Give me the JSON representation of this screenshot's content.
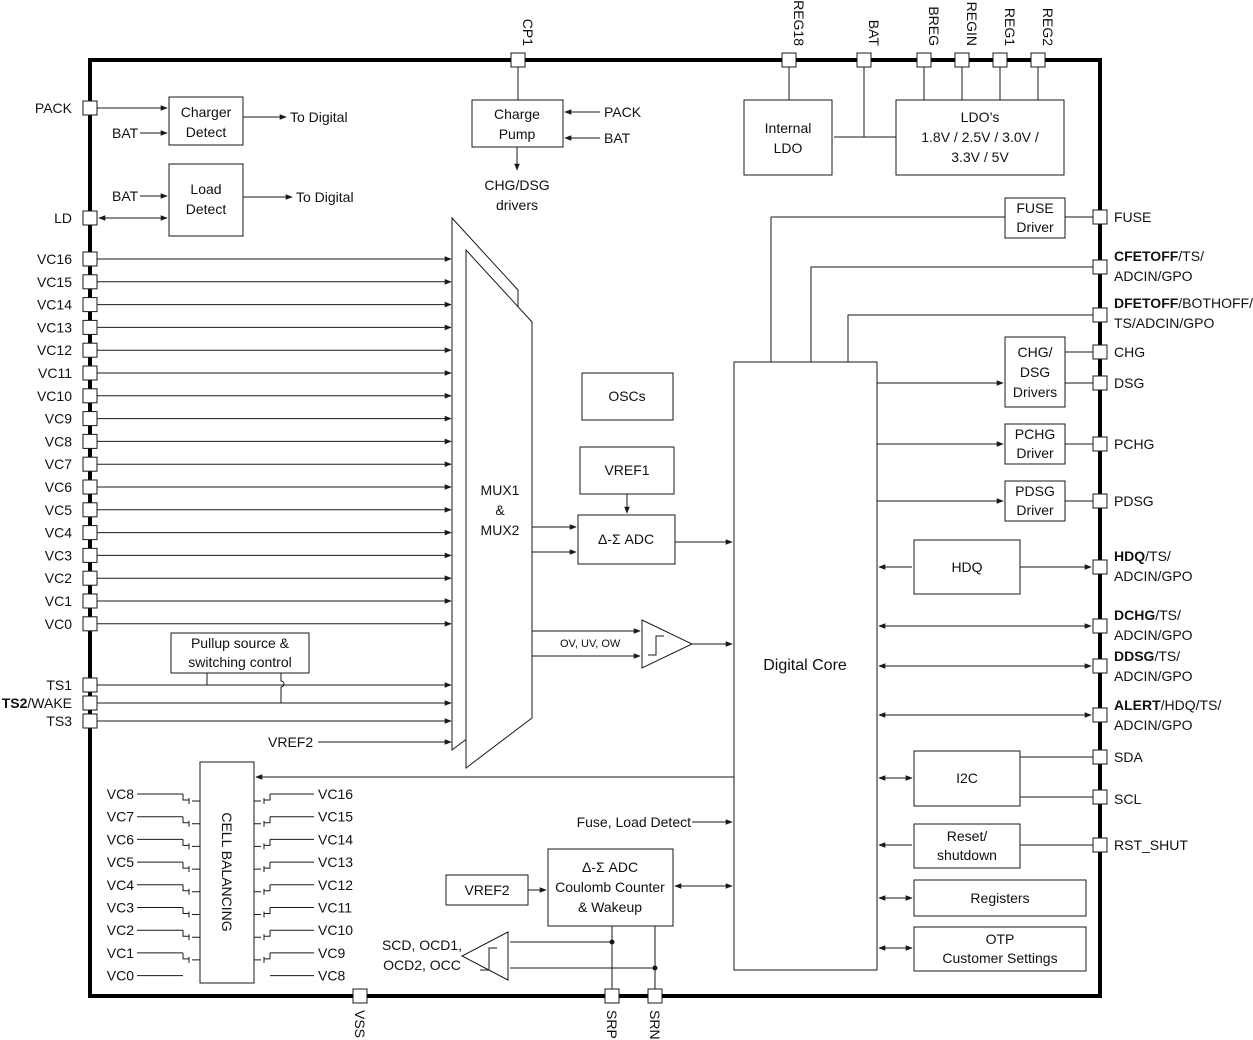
{
  "pins": {
    "top": [
      "CP1",
      "REG18",
      "BAT",
      "BREG",
      "REGIN",
      "REG1",
      "REG2"
    ],
    "left": [
      "PACK",
      "LD",
      "VC16",
      "VC15",
      "VC14",
      "VC13",
      "VC12",
      "VC11",
      "VC10",
      "VC9",
      "VC8",
      "VC7",
      "VC6",
      "VC5",
      "VC4",
      "VC3",
      "VC2",
      "VC1",
      "VC0",
      "TS1",
      "TS3"
    ],
    "ts2_bold": "TS2",
    "ts2_rest": "/WAKE",
    "bottom": [
      "VSS",
      "SRP",
      "SRN"
    ],
    "right_simple": [
      "FUSE",
      "CHG",
      "DSG",
      "PCHG",
      "PDSG",
      "SDA",
      "SCL",
      "RST_SHUT"
    ],
    "right_multi": [
      {
        "bold": "CFETOFF",
        "rest": "/TS/",
        "line2": "ADCIN/GPO"
      },
      {
        "bold": "DFETOFF",
        "rest": "/BOTHOFF/",
        "line2": "TS/ADCIN/GPO"
      },
      {
        "bold": "HDQ",
        "rest": "/TS/",
        "line2": "ADCIN/GPO"
      },
      {
        "bold": "DCHG",
        "rest": "/TS/",
        "line2": "ADCIN/GPO"
      },
      {
        "bold": "DDSG",
        "rest": "/TS/",
        "line2": "ADCIN/GPO"
      },
      {
        "bold": "ALERT",
        "rest": "/HDQ/TS/",
        "line2": "ADCIN/GPO"
      }
    ]
  },
  "blocks": {
    "charger_detect": [
      "Charger",
      "Detect"
    ],
    "load_detect": [
      "Load",
      "Detect"
    ],
    "charge_pump": [
      "Charge",
      "Pump"
    ],
    "internal_ldo": [
      "Internal",
      "LDO"
    ],
    "ldos": [
      "LDO’s",
      "1.8V / 2.5V / 3.0V /",
      "3.3V / 5V"
    ],
    "mux": [
      "MUX1",
      "&",
      "MUX2"
    ],
    "oscs": "OSCs",
    "vref1": "VREF1",
    "adc": "Δ-Σ  ADC",
    "digital_core": "Digital Core",
    "fuse_driver": [
      "FUSE",
      "Driver"
    ],
    "chg_dsg_drivers": [
      "CHG/",
      "DSG",
      "Drivers"
    ],
    "pchg_driver": [
      "PCHG",
      "Driver"
    ],
    "pdsg_driver": [
      "PDSG",
      "Driver"
    ],
    "hdq": "HDQ",
    "i2c": "I2C",
    "reset": [
      "Reset/",
      "shutdown"
    ],
    "registers": "Registers",
    "otp": [
      "OTP",
      "Customer Settings"
    ],
    "pullup": [
      "Pullup source &",
      "switching control"
    ],
    "cell_balancing": "CELL BALANCING",
    "cc": [
      "Δ-Σ ADC",
      "Coulomb Counter",
      "& Wakeup"
    ],
    "vref2_box": "VREF2"
  },
  "labels": {
    "to_digital": "To Digital",
    "pack": "PACK",
    "bat": "BAT",
    "chg_dsg_drivers_out": [
      "CHG/DSG",
      "drivers"
    ],
    "vref2": "VREF2",
    "ov_uv_ow": "OV, UV, OW",
    "fuse_load_detect": "Fuse, Load Detect",
    "scd": [
      "SCD, OCD1,",
      "OCD2, OCC"
    ],
    "cb_left": [
      "VC8",
      "VC7",
      "VC6",
      "VC5",
      "VC4",
      "VC3",
      "VC2",
      "VC1",
      "VC0"
    ],
    "cb_right": [
      "VC16",
      "VC15",
      "VC14",
      "VC13",
      "VC12",
      "VC11",
      "VC10",
      "VC9",
      "VC8"
    ]
  }
}
